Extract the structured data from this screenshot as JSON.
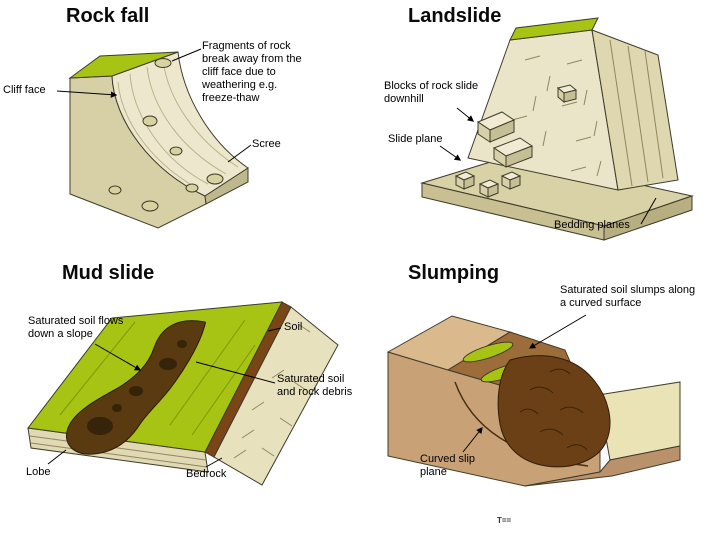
{
  "page": {
    "background": "#ffffff",
    "watermark": "T=="
  },
  "palette": {
    "grass_green": "#a7c314",
    "pale_rock": "#ede8cd",
    "beige_face": "#d7d0a6",
    "outline": "#3f3b2a",
    "soil_brown": "#7a4517",
    "mud_brown": "#5a3a10",
    "slump_tan": "#c9a177",
    "slump_dark": "#6b4017"
  },
  "panels": {
    "rockfall": {
      "title": "Rock fall",
      "labels": {
        "cliff_face": "Cliff face",
        "fragments": "Fragments of rock break away from the cliff face due to weathering e.g. freeze-thaw",
        "scree": "Scree"
      }
    },
    "landslide": {
      "title": "Landslide",
      "labels": {
        "blocks": "Blocks of rock slide downhill",
        "slide_plane": "Slide plane",
        "bedding_planes": "Bedding planes"
      }
    },
    "mudslide": {
      "title": "Mud slide",
      "labels": {
        "flow": "Saturated soil flows down a slope",
        "soil": "Soil",
        "debris": "Saturated soil and rock debris",
        "lobe": "Lobe",
        "bedrock": "Bedrock"
      }
    },
    "slumping": {
      "title": "Slumping",
      "labels": {
        "slump": "Saturated soil slumps along a curved surface",
        "slip_plane": "Curved slip plane"
      }
    }
  }
}
